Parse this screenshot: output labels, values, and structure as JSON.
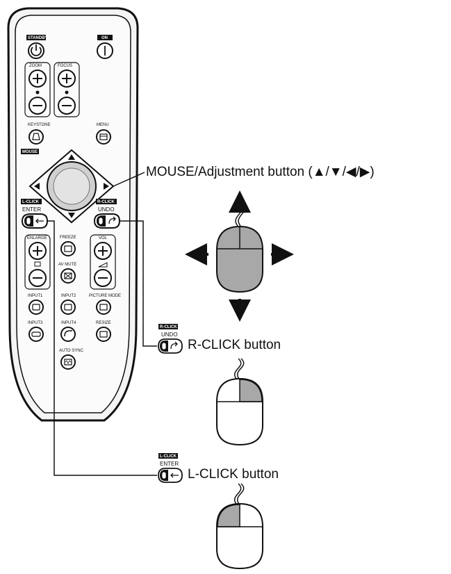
{
  "remote": {
    "standby": "STANDBY",
    "on": "ON",
    "zoom": "ZOOM",
    "focus": "FOCUS",
    "keystone": "KEYSTONE",
    "menu": "MENU",
    "mouse": "MOUSE",
    "lclick": "L-CLICK",
    "enter": "ENTER",
    "rclick": "R-CLICK",
    "undo": "UNDO",
    "enlarge": "ENLARGE",
    "freeze": "FREEZE",
    "vol": "VOL",
    "avmute": "AV MUTE",
    "input1": "INPUT1",
    "input2": "INPUT2",
    "picture_mode": "PICTURE MODE",
    "input3": "INPUT3",
    "input4": "INPUT4",
    "resize": "RESIZE",
    "auto_sync": "AUTO SYNC"
  },
  "callouts": {
    "mouse_adjust": "MOUSE/Adjustment button (▲/▼/◀/▶)",
    "rclick_button": "R-CLICK button",
    "lclick_button": "L-CLICK button",
    "icon_rclick": "R-CLICK",
    "icon_undo": "UNDO",
    "icon_lclick": "L-CLICK",
    "icon_enter": "ENTER"
  },
  "colors": {
    "ink": "#111111",
    "mouse_gray": "#a8a8a8",
    "remote_body": "#f2f2f2"
  }
}
